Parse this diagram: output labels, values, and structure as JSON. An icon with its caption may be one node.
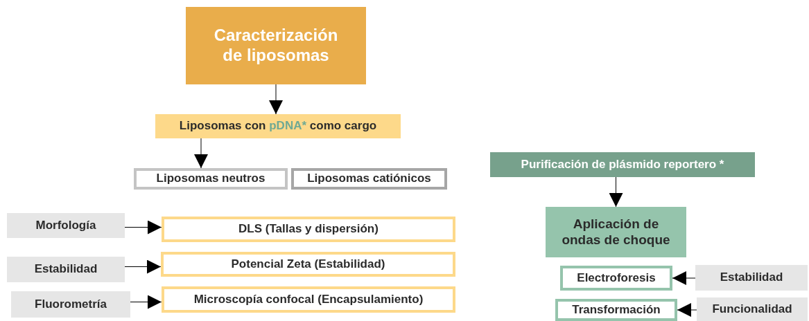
{
  "diagram": {
    "nodes": [
      {
        "text": [
          "Caracterización de liposomas"
        ]
      },
      {
        "text": [
          "Liposomas con pDNA* como cargo"
        ]
      },
      {
        "text": [
          "Liposomas neutros"
        ]
      },
      {
        "text": [
          "Liposomas catiónicos"
        ]
      },
      {
        "text": [
          "Morfología"
        ]
      },
      {
        "text": [
          "DLS (Tallas y dispersión)"
        ]
      },
      {
        "text": [
          "Estabilidad"
        ]
      },
      {
        "text": [
          "Potencial Zeta (Estabilidad)"
        ]
      },
      {
        "text": [
          "Fluorometría"
        ]
      },
      {
        "text": [
          "Microscopía confocal (Encapsulamiento)"
        ]
      },
      {
        "text": [
          "Purificación de plásmido reportero *"
        ]
      },
      {
        "text": [
          "Aplicación de ondas de choque"
        ]
      },
      {
        "text": [
          "Electroforesis"
        ]
      },
      {
        "text": [
          "Estabilidad"
        ]
      },
      {
        "text": [
          "Transformación"
        ]
      },
      {
        "text": [
          "Funcionalidad"
        ]
      }
    ],
    "edges": [
      {
        "from": 0,
        "to": 1,
        "arrow": "to"
      },
      {
        "from": 1,
        "to": 2,
        "arrow": "to"
      },
      {
        "from": 4,
        "to": 5,
        "arrow": "to"
      },
      {
        "from": 6,
        "to": 7,
        "arrow": "to"
      },
      {
        "from": 8,
        "to": 9,
        "arrow": "to"
      },
      {
        "from": 10,
        "to": 11,
        "arrow": "to"
      },
      {
        "from": 13,
        "to": 12,
        "arrow": "to"
      },
      {
        "from": 15,
        "to": 14,
        "arrow": "to"
      }
    ]
  }
}
